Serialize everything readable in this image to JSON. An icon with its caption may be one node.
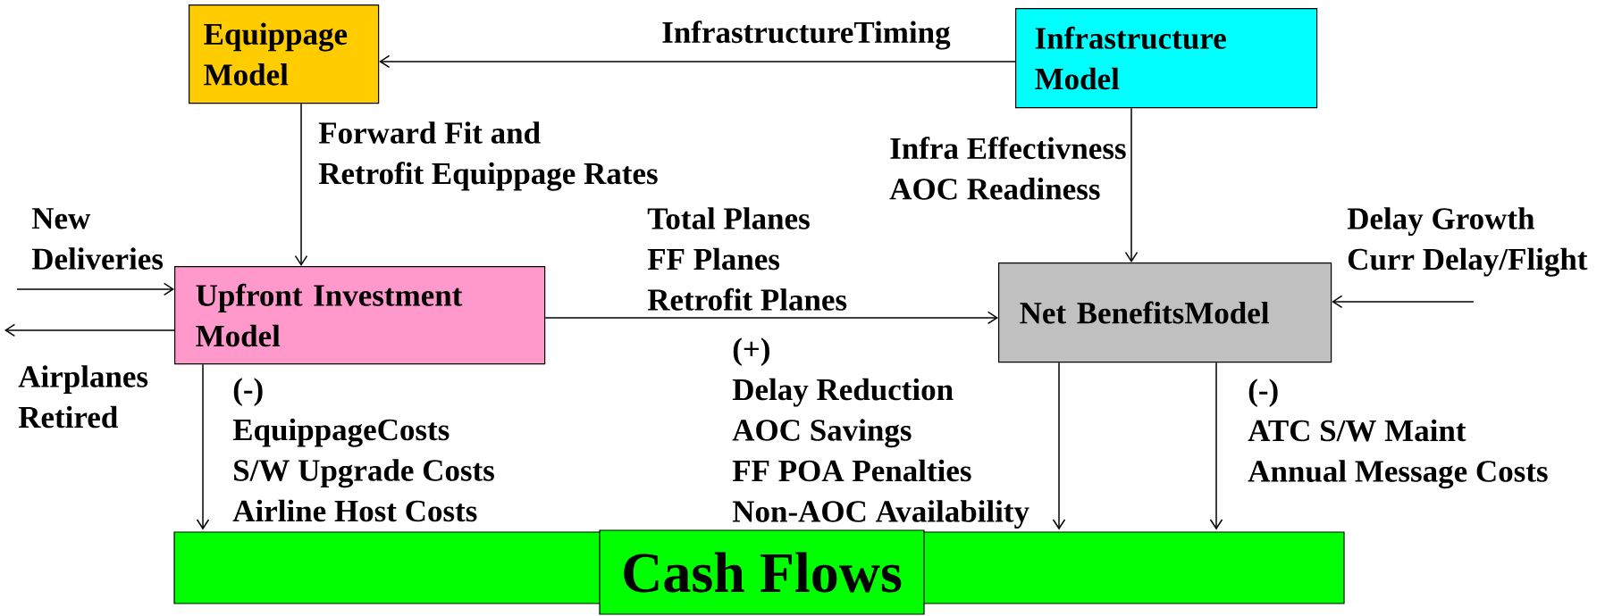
{
  "diagram": {
    "nodes": [
      {
        "text": [
          "Equippage Model"
        ]
      },
      {
        "text": [
          "Infrastructure Model"
        ]
      },
      {
        "text": [
          "Upfront Investment Model"
        ]
      },
      {
        "text": [
          "Net BenefitsModel"
        ]
      },
      {
        "text": [
          "Cash Flows"
        ]
      }
    ],
    "edges": [
      {
        "from": 1,
        "to": 0,
        "arrow": "to",
        "label": "InfrastructureTiming"
      },
      {
        "from": 0,
        "to": 2,
        "arrow": "to",
        "label": "Forward Fit and Retrofit Equippage Rates"
      },
      {
        "from": 1,
        "to": 3,
        "arrow": "to",
        "label": "Infra Effectivness AOC Readiness"
      },
      {
        "from": null,
        "to": 2,
        "arrow": "to",
        "label": "New Deliveries"
      },
      {
        "from": 2,
        "to": null,
        "arrow": "to",
        "label": "Airplanes Retired"
      },
      {
        "from": 2,
        "to": 3,
        "arrow": "to",
        "label": "Total Planes FF Planes Retrofit Planes"
      },
      {
        "from": null,
        "to": 3,
        "arrow": "to",
        "label": "Delay Growth Curr Delay/Flight"
      },
      {
        "from": 2,
        "to": 4,
        "arrow": "to",
        "label": "(-) EquippageCosts S/W Upgrade Costs Airline Host Costs"
      },
      {
        "from": 3,
        "to": 4,
        "arrow": "to",
        "label": "(+) Delay Reduction AOC Savings FF POA Penalties Non-AOC Availability"
      },
      {
        "from": 3,
        "to": 4,
        "arrow": "to",
        "label": "(-) ATC S/W Maint Annual Message Costs"
      }
    ]
  }
}
